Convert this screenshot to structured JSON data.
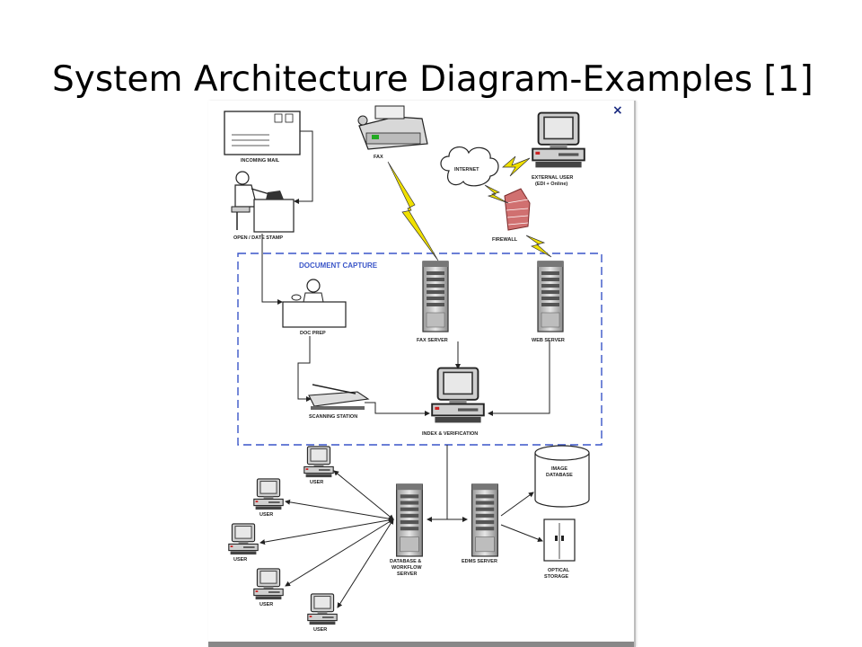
{
  "slide": {
    "title": "System Architecture Diagram-Examples [1]"
  },
  "diagram": {
    "close_glyph": "×",
    "region_title": "DOCUMENT CAPTURE",
    "labels": {
      "incoming_mail": "INCOMING MAIL",
      "open_date_stamp": "OPEN / DATE STAMP",
      "fax": "FAX",
      "internet": "INTERNET",
      "external_user_1": "EXTERNAL USER",
      "external_user_2": "(EDI + Online)",
      "firewall": "FIREWALL",
      "doc_prep": "DOC PREP",
      "fax_server": "FAX SERVER",
      "web_server": "WEB SERVER",
      "scanning_station": "SCANNING STATION",
      "index_verification": "INDEX & VERIFICATION",
      "image_database_1": "IMAGE",
      "image_database_2": "DATABASE",
      "db_workflow_1": "DATABASE &",
      "db_workflow_2": "WORKFLOW",
      "db_workflow_3": "SERVER",
      "edms_server": "EDMS SERVER",
      "optical_storage_1": "OPTICAL",
      "optical_storage_2": "STORAGE",
      "user": "USER"
    },
    "icons": [
      "envelope-icon",
      "clerk-icon",
      "fax-machine-icon",
      "cloud-icon",
      "desktop-pc-icon",
      "firewall-icon",
      "server-tower-icon",
      "scanner-icon",
      "database-cylinder-icon",
      "storage-cabinet-icon",
      "lightning-bolt-icon"
    ],
    "colors": {
      "region_border": "#3a55c8",
      "lightning": "#f0e000",
      "firewall": "#d07070"
    }
  }
}
